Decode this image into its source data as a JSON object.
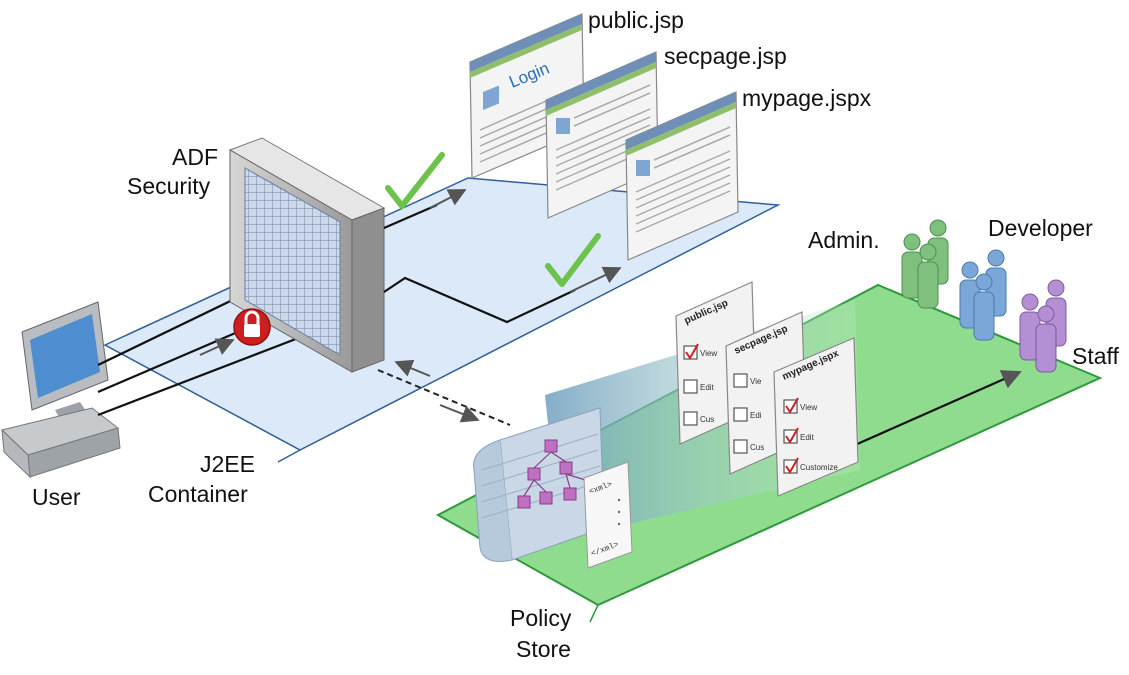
{
  "labels": {
    "public_jsp": "public.jsp",
    "secpage_jsp": "secpage.jsp",
    "mypage_jspx": "mypage.jspx",
    "adf_line1": "ADF",
    "adf_line2": "Security",
    "admin": "Admin.",
    "developer": "Developer",
    "staff": "Staff",
    "user": "User",
    "j2ee_line1": "J2EE",
    "j2ee_line2": "Container",
    "policy_line1": "Policy",
    "policy_line2": "Store"
  },
  "login_page": {
    "login_text": "Login"
  },
  "policy_cards": [
    {
      "title": "public.jsp",
      "items": [
        "View",
        "Edit",
        "Cus"
      ]
    },
    {
      "title": "secpage.jsp",
      "items": [
        "Vie",
        "Edi",
        "Cus"
      ]
    },
    {
      "title": "mypage.jspx",
      "items": [
        "View",
        "Edit",
        "Customize"
      ]
    }
  ],
  "xml_doc": {
    "open_tag": "<xml>",
    "close_tag": "</xml>"
  },
  "colors": {
    "container_plane": "#dbe9f8",
    "container_edge": "#2f5f9e",
    "policy_plane": "#8fdc8f",
    "policy_edge": "#2e9a3c",
    "check_green": "#6cc24a",
    "admin_group": "#7fc07f",
    "developer_group": "#7aa7d8",
    "staff_group": "#b48fd4"
  }
}
